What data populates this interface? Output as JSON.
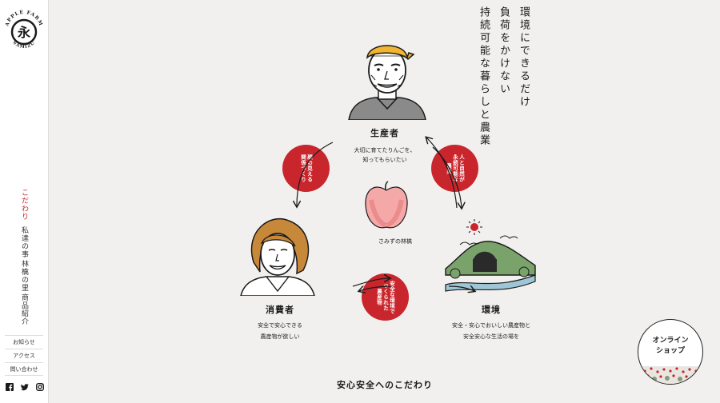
{
  "brand": {
    "top_text": "APPLE FARM",
    "bottom_text": "SAMIZU",
    "mark": "永"
  },
  "nav": {
    "vertical": [
      {
        "label": "こだわり",
        "active": true
      },
      {
        "label": "私達の事",
        "active": false
      },
      {
        "label": "林檎の里",
        "active": false
      },
      {
        "label": "商品紹介",
        "active": false
      }
    ],
    "links": [
      "お知らせ",
      "アクセス",
      "問い合わせ"
    ],
    "social_icons": [
      "facebook-icon",
      "twitter-icon",
      "instagram-icon"
    ]
  },
  "tagline": [
    "環境にできるだけ",
    "負荷をかけない",
    "持続可能な暮らしと農業"
  ],
  "diagram": {
    "producer": {
      "name": "生産者",
      "desc": [
        "大切に育てたりんごを、",
        "知ってもらいたい"
      ]
    },
    "consumer": {
      "name": "消費者",
      "desc": [
        "安全で安心できる",
        "農産物が欲しい"
      ]
    },
    "environment": {
      "name": "環境",
      "desc": [
        "安全・安心でおいしい農産物と",
        "安全安心な生活の場を"
      ]
    },
    "center_label": "さみずの林檎",
    "circle_left": [
      "顔の見える",
      "関係づくり"
    ],
    "circle_right": [
      "人と自然が",
      "永続可能な",
      "農業"
    ],
    "circle_bottom": [
      "安全な環境で",
      "つくられた",
      "農産物"
    ]
  },
  "section_title": "安心安全へのこだわり",
  "shop_button": [
    "オンライン",
    "ショップ"
  ],
  "colors": {
    "accent": "#c9252c",
    "background": "#f1f0ee",
    "bandana": "#f2b531"
  }
}
